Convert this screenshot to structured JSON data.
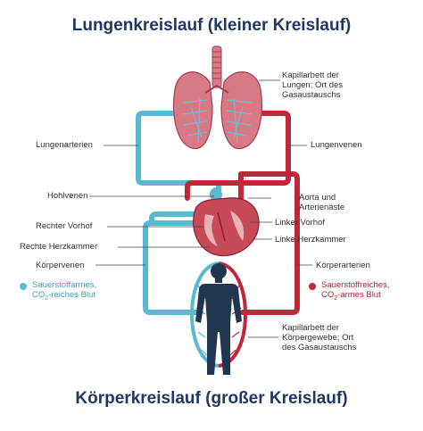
{
  "title_top": "Lungenkreislauf (kleiner Kreislauf)",
  "title_bottom": "Körperkreislauf (großer Kreislauf)",
  "labels": {
    "kapillar_lunge": [
      "Kapillarbett der",
      "Lungen; Ort des",
      "Gasaustauschs"
    ],
    "lungenarterien": "Lungenarterien",
    "lungenvenen": "Lungenvenen",
    "hohlvenen": "Hohlvenen",
    "aorta": [
      "Aorta und",
      "Arterienäste"
    ],
    "rechter_vorhof": "Rechter Vorhof",
    "linker_vorhof": "Linker Vorhof",
    "rechte_herzkammer": "Rechte Herzkammer",
    "linke_herzkammer": "Linke Herzkammer",
    "koerpervenen": "Körpervenen",
    "koerperarterien": "Körperarterien",
    "kapillar_koerper": [
      "Kapillarbett der",
      "Körpergewebe; Ort",
      "des Gasaustauschs"
    ]
  },
  "legend": {
    "blue": [
      "Sauerstoffarmes,",
      "CO",
      "2",
      "-reiches Blut"
    ],
    "red": [
      "Sauerstoffreiches,",
      "CO",
      "2",
      "-armes Blut"
    ]
  },
  "colors": {
    "blue": "#5bb8d4",
    "red": "#c0283a",
    "title": "#1f3763",
    "lung": "#d87a86",
    "body": "#1f3550"
  }
}
